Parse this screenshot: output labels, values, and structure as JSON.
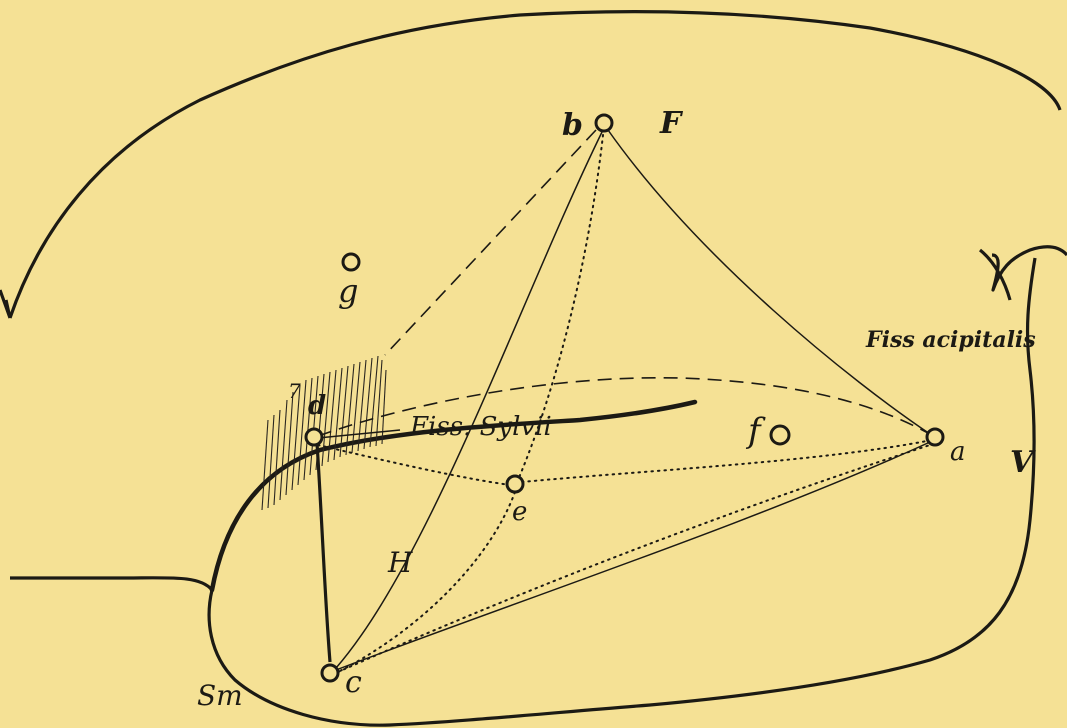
{
  "labels": {
    "point_a": "a",
    "point_b": "b",
    "point_c": "c",
    "point_d": "d",
    "point_e": "e",
    "point_f": "f",
    "point_g": "g",
    "region_F": "F",
    "region_V": "V",
    "region_H": "H",
    "region_Sm": "Sm",
    "fissure_sylvii": "Fiss. Sylvii",
    "fissure_occipitalis": "Fiss acipitalis",
    "hatch_number": "7"
  },
  "colors": {
    "paper": "#f5e195",
    "ink": "#1c1a14"
  }
}
